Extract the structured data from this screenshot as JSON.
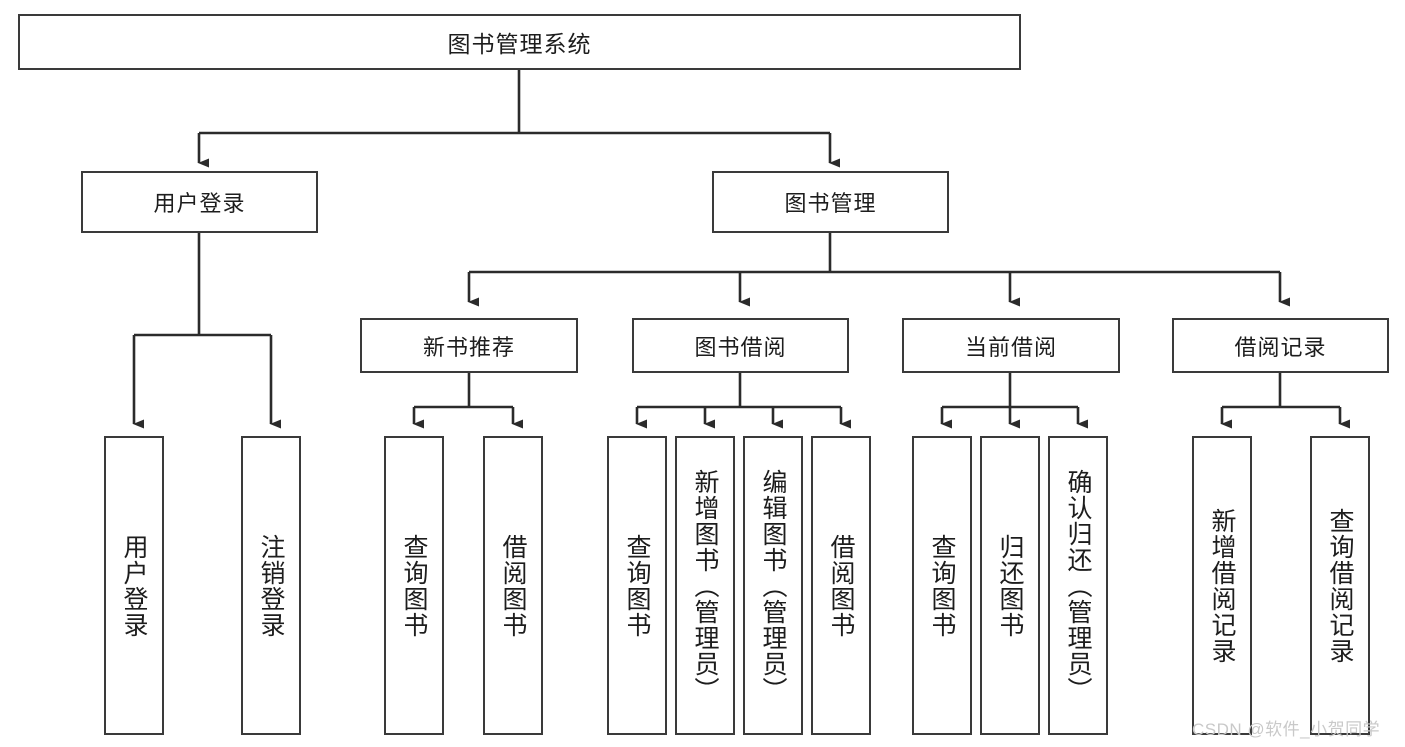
{
  "diagram": {
    "title": "图书管理系统",
    "type": "tree-hierarchy-chart",
    "watermark": "CSDN @软件_小贺同学",
    "colors": {
      "background": "#ffffff",
      "box_border": "#3a3a3a",
      "box_fill": "#ffffff",
      "text": "#1d1d1d",
      "connector": "#2b2b2b",
      "watermark": "#c9c9c9"
    },
    "levels": {
      "root": {
        "label": "图书管理系统"
      },
      "level1": [
        {
          "label": "用户登录"
        },
        {
          "label": "图书管理"
        }
      ],
      "level2": [
        {
          "label": "新书推荐"
        },
        {
          "label": "图书借阅"
        },
        {
          "label": "当前借阅"
        },
        {
          "label": "借阅记录"
        }
      ],
      "leaves": {
        "user_login": [
          {
            "label": "用户登录"
          },
          {
            "label": "注销登录"
          }
        ],
        "new_book_recommend": [
          {
            "label": "查询图书"
          },
          {
            "label": "借阅图书"
          }
        ],
        "book_borrow": [
          {
            "label": "查询图书"
          },
          {
            "label": "新增图书（管理员）"
          },
          {
            "label": "编辑图书（管理员）"
          },
          {
            "label": "借阅图书"
          }
        ],
        "current_borrow": [
          {
            "label": "查询图书"
          },
          {
            "label": "归还图书"
          },
          {
            "label": "确认归还（管理员）"
          }
        ],
        "borrow_record": [
          {
            "label": "新增借阅记录"
          },
          {
            "label": "查询借阅记录"
          }
        ]
      }
    }
  }
}
